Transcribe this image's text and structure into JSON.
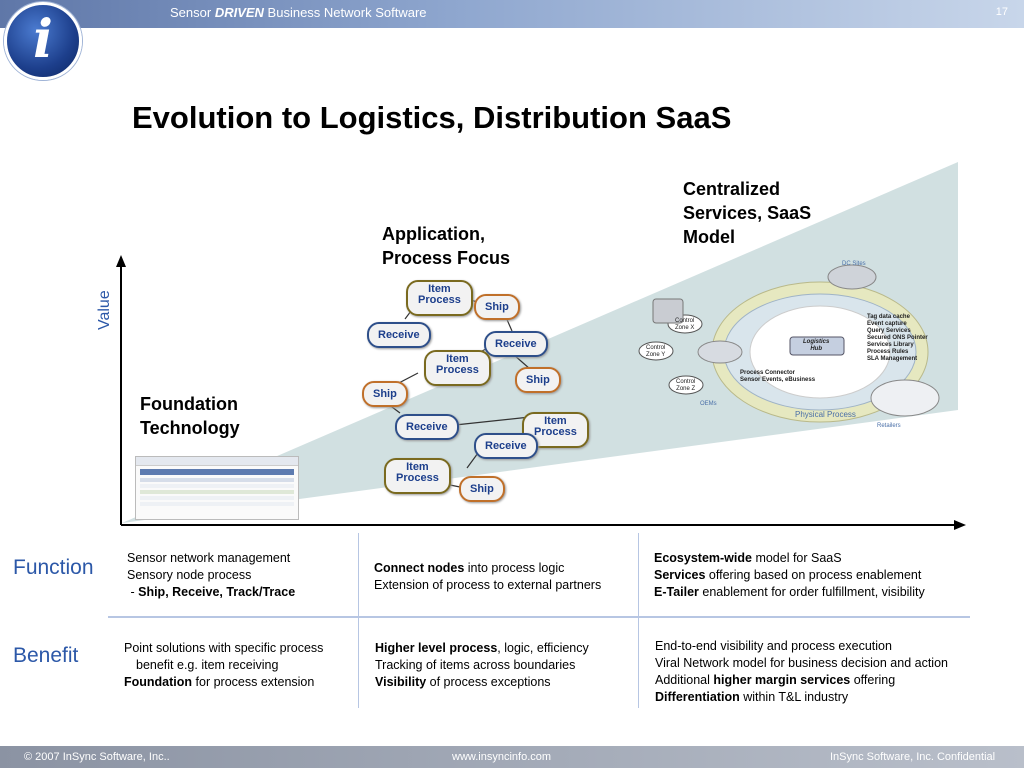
{
  "header": {
    "tagline_pre": "Sensor ",
    "tagline_bold": "DRIVEN",
    "tagline_post": " Business Network Software",
    "page_number": "17",
    "logo_letter": "i"
  },
  "title": "Evolution to Logistics, Distribution SaaS",
  "diagram": {
    "axis_label": "Value",
    "stages": {
      "foundation": [
        "Foundation",
        "Technology"
      ],
      "application": [
        "Application,",
        "Process Focus"
      ],
      "centralized": [
        "Centralized",
        "Services, SaaS",
        "Model"
      ]
    },
    "nodes": {
      "item_process": [
        "Item",
        "Process"
      ],
      "ship": "Ship",
      "receive": "Receive"
    },
    "hub": {
      "dc_sites": "DC Sites",
      "logistics_hub": [
        "Logistics",
        "Hub"
      ],
      "services": [
        "Tag data cache",
        "Event capture",
        "Query Services",
        "Secured ONS Pointer",
        "Services Library",
        "Process Rules",
        "SLA Management"
      ],
      "control_x": [
        "Control",
        "Zone X"
      ],
      "control_y": [
        "Control",
        "Zone Y"
      ],
      "control_z": [
        "Control",
        "Zone Z"
      ],
      "process_connector": [
        "Process Connector",
        "Sensor Events, eBusiness"
      ],
      "oems": "OEMs",
      "physical_process": "Physical Process",
      "retailers": "Retailers"
    }
  },
  "table": {
    "function_label": "Function",
    "benefit_label": "Benefit",
    "function": {
      "col1": {
        "line1": "Sensor network management",
        "line2": "Sensory node process",
        "line3_prefix": " - ",
        "line3_bold": "Ship, Receive, Track/Trace"
      },
      "col2": {
        "line1_bold": "Connect nodes",
        "line1_rest": " into process logic",
        "line2": "Extension of process to external partners"
      },
      "col3": {
        "line1_bold": "Ecosystem-wide",
        "line1_rest": " model for SaaS",
        "line2_bold": "Services",
        "line2_rest": " offering based on process enablement",
        "line3_bold": "E-Tailer",
        "line3_rest": " enablement for order fulfillment, visibility"
      }
    },
    "benefit": {
      "col1": {
        "line1": "Point solutions with specific process",
        "line2": "benefit e.g. item receiving",
        "line3_bold": "Foundation",
        "line3_rest": " for process extension"
      },
      "col2": {
        "line1_bold": "Higher level process",
        "line1_rest": ", logic, efficiency",
        "line2": "Tracking of items across boundaries",
        "line3_bold": "Visibility",
        "line3_rest": " of process exceptions"
      },
      "col3": {
        "line1": "End-to-end visibility and process execution",
        "line2": "Viral Network model for business decision and action",
        "line3_pre": "Additional ",
        "line3_bold": "higher margin services",
        "line3_rest": " offering",
        "line4_bold": "Differentiation",
        "line4_rest": " within T&L industry"
      }
    }
  },
  "footer": {
    "copyright": "© 2007 InSync Software, Inc..",
    "website": "www.insyncinfo.com",
    "confidential": "InSync Software, Inc. Confidential"
  },
  "colors": {
    "accent_blue": "#2c58a8",
    "wedge": "#c9dbdc",
    "hub_ring": "#e6e8c0"
  }
}
